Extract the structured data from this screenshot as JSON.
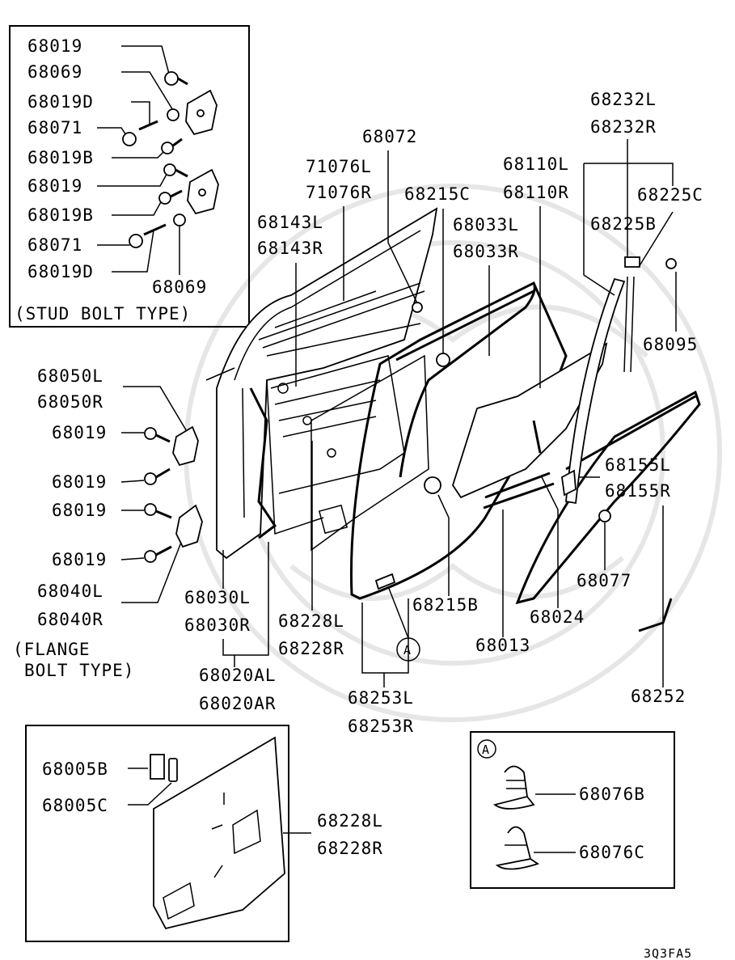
{
  "diagram_code": "3Q3FA5",
  "stud_box": {
    "title": "(STUD BOLT TYPE)",
    "labels": [
      "68019",
      "68069",
      "68019D",
      "68071",
      "68019B",
      "68019",
      "68019B",
      "68071",
      "68019D",
      "68069"
    ]
  },
  "hinge_labels": {
    "upper_l": "68050L",
    "upper_r": "68050R",
    "b1": "68019",
    "b2": "68019",
    "b3": "68019",
    "b4": "68019",
    "lower_l": "68040L",
    "lower_r": "68040R",
    "flange_1": "(FLANGE",
    "flange_2": "BOLT TYPE)"
  },
  "door_labels": {
    "p68072": "68072",
    "p71076l": "71076L",
    "p71076r": "71076R",
    "p68215c": "68215C",
    "p68143l": "68143L",
    "p68143r": "68143R",
    "p68033l": "68033L",
    "p68033r": "68033R",
    "p68110l": "68110L",
    "p68110r": "68110R",
    "p68232l": "68232L",
    "p68232r": "68232R",
    "p68225c": "68225C",
    "p68225b": "68225B",
    "p68095": "68095",
    "p68155l": "68155L",
    "p68155r": "68155R",
    "p68077": "68077",
    "p68024": "68024",
    "p68013": "68013",
    "p68215b": "68215B",
    "p68228l": "68228L",
    "p68228r": "68228R",
    "p68030l": "68030L",
    "p68030r": "68030R",
    "p68020al": "68020AL",
    "p68020ar": "68020AR",
    "p68253l": "68253L",
    "p68253r": "68253R",
    "p68252": "68252",
    "callout": "A"
  },
  "trim_box": {
    "p68005b": "68005B",
    "p68005c": "68005C",
    "p68228l": "68228L",
    "p68228r": "68228R"
  },
  "clip_box": {
    "marker": "A",
    "p68076b": "68076B",
    "p68076c": "68076C"
  }
}
